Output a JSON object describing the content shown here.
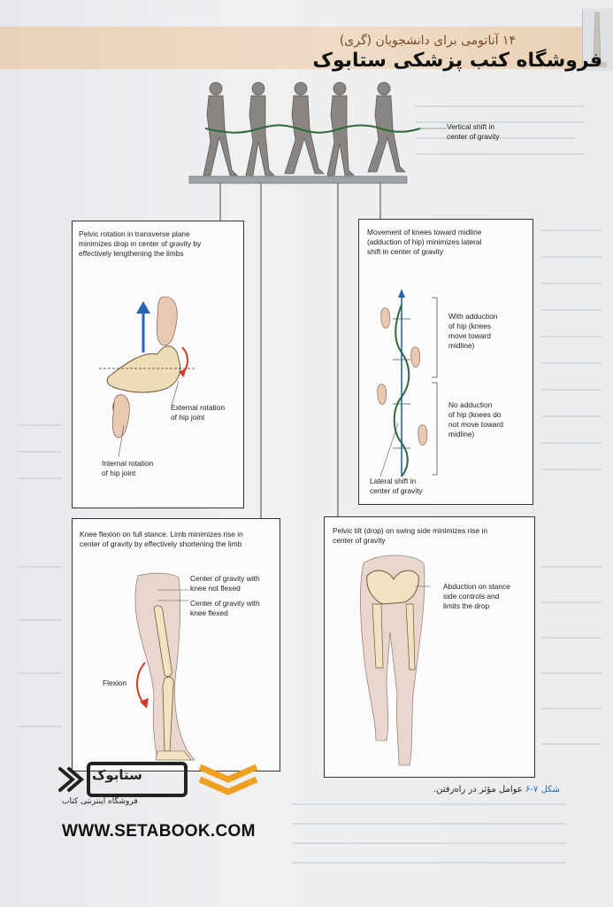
{
  "header": {
    "running_head": "۱۴ آناتومی برای دانشجویان (گری)",
    "store_title": "فروشگاه کتب پزشکی ستابوک"
  },
  "figure": {
    "top_label": "Vertical shift in\ncenter of gravity",
    "panel_pelvic_rotation": {
      "caption": "Pelvic rotation in transverse plane\nminimizes drop in center of gravity by\neffectively lengthening the limbs",
      "external_label": "External rotation\nof hip joint",
      "internal_label": "Internal rotation\nof hip joint"
    },
    "panel_knee_midline": {
      "caption": "Movement of knees toward midline\n(adduction of hip) minimizes lateral\nshift in center of gravity",
      "with_adduction": "With adduction\nof hip (knees\nmove toward\nmidline)",
      "no_adduction": "No adduction\nof hip (knees do\nnot move toward\nmidline)",
      "lateral_shift": "Lateral shift in\ncenter of gravity"
    },
    "panel_knee_flexion": {
      "caption": "Knee flexion on full stance. Limb minimizes rise in\ncenter of gravity by effectively shortening the limb",
      "cog_not_flexed": "Center of gravity with\nknee not flexed",
      "cog_flexed": "Center of gravity with\nknee flexed",
      "flexion_label": "Flexion"
    },
    "panel_pelvic_tilt": {
      "caption": "Pelvic tilt (drop) on swing side minimizes rise in\ncenter of gravity",
      "abduction_label": "Abduction on stance\nside controls and\nlimits the drop"
    },
    "caption": {
      "number": "شکل ۷-۶",
      "text": "عوامل مؤثر در راه‌رفتن."
    }
  },
  "watermark": {
    "logo_text": "ستابوک",
    "logo_sub": "فروشگاه اینترنتی کتاب",
    "website": "WWW.SETABOOK.COM"
  },
  "colors": {
    "accent_blue": "#2a63b0",
    "arrow_red": "#d23b2a",
    "cog_green": "#2e6a3a",
    "logo_orange": "#f0a020"
  }
}
